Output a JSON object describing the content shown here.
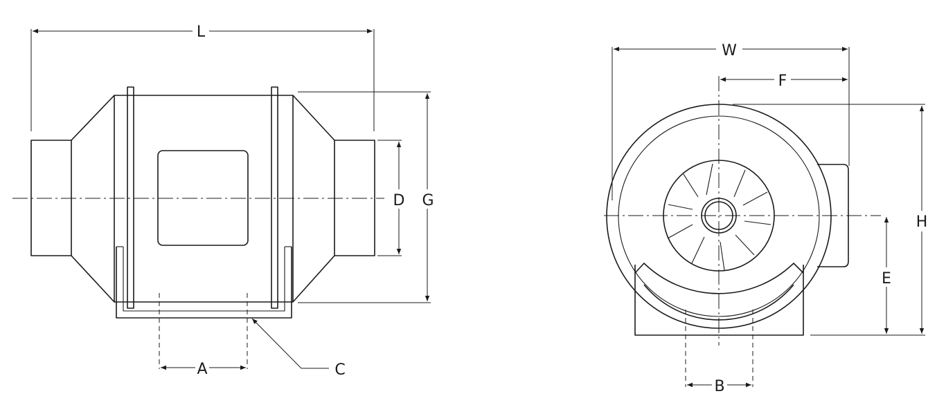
{
  "labels": {
    "L": "L",
    "D": "D",
    "G": "G",
    "A": "A",
    "C": "C",
    "W": "W",
    "F": "F",
    "H": "H",
    "E": "E",
    "B": "B"
  }
}
